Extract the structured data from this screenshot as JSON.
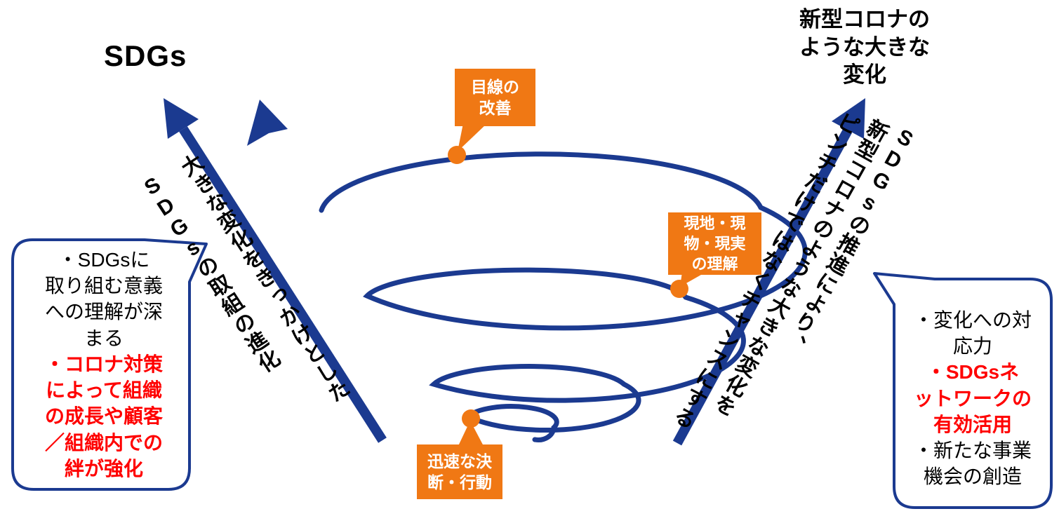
{
  "colors": {
    "navy": "#1B3A90",
    "orange": "#F07814",
    "highlight_red": "#FF0000",
    "background": "#FFFFFF"
  },
  "headings": {
    "sdgs": "SDGs",
    "covid": "新型コロナの\nような大きな\n変化"
  },
  "arrows": {
    "left": {
      "lines": [
        "大きな変化をきっかけとした",
        "SDGsの取組の進化"
      ]
    },
    "right": {
      "lines": [
        "SDGsの推進により、",
        "新型コロナのような大きな変化を",
        "ピンチだけではなくチャンスにする"
      ]
    }
  },
  "callouts": [
    {
      "label": "目線の\n改善"
    },
    {
      "label": "現地・現\n物・現実\nの理解"
    },
    {
      "label": "迅速な決\n断・行動"
    }
  ],
  "bubbles": {
    "left": {
      "normal": "・SDGsに\n取り組む意義\nへの理解が深\nまる",
      "highlight": "・コロナ対策\nによって組織\nの成長や顧客\n／組織内での\n絆が強化"
    },
    "right": {
      "normal_1": "・変化への対\n応力",
      "highlight": "・SDGsネ\nットワークの\n有効活用",
      "normal_2": "・新たな事業\n機会の創造"
    }
  }
}
